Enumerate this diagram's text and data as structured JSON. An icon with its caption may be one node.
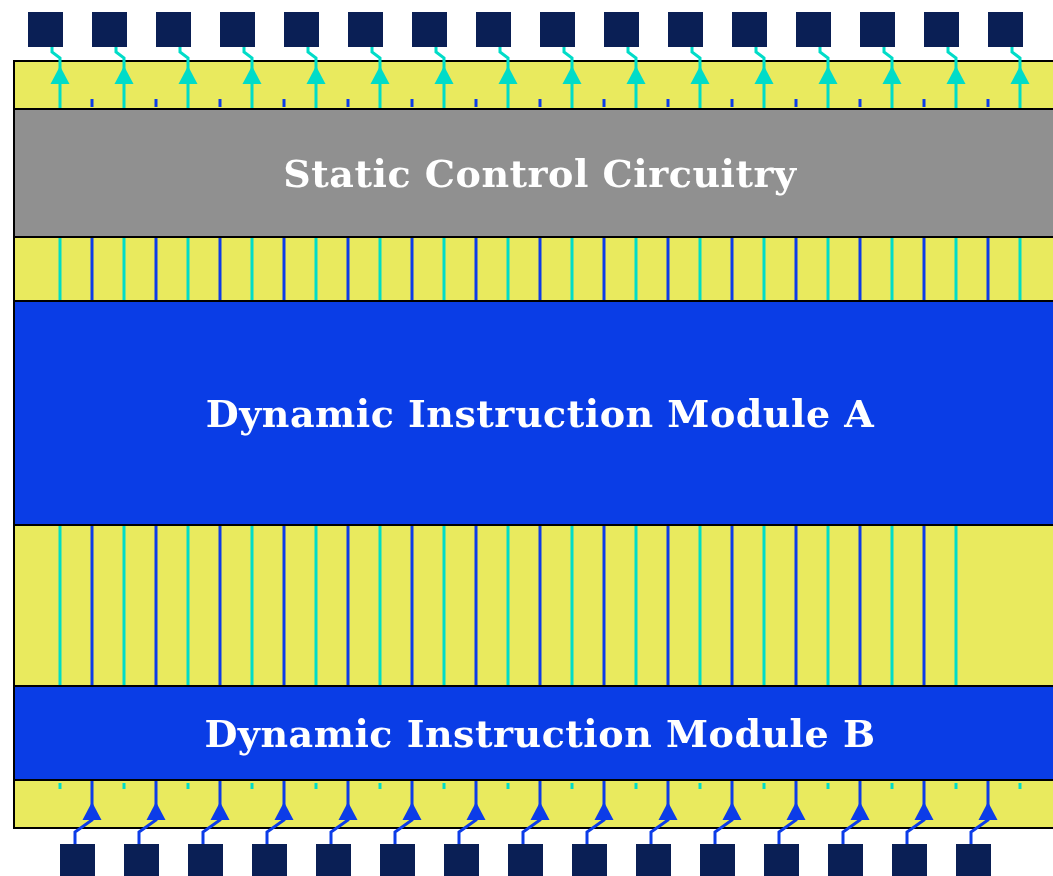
{
  "diagram": {
    "nodes": [
      {
        "text": [
          "Static Control Circuitry"
        ]
      },
      {
        "text": [
          "Dynamic Instruction Module A"
        ]
      },
      {
        "text": [
          "Dynamic Instruction Module B"
        ]
      },
      {
        "text": [],
        "shape": "box"
      },
      {
        "text": [],
        "shape": "box"
      },
      {
        "text": [],
        "shape": "box"
      },
      {
        "text": [],
        "shape": "box"
      },
      {
        "text": [],
        "shape": "box"
      },
      {
        "text": [],
        "shape": "box"
      },
      {
        "text": [],
        "shape": "box"
      },
      {
        "text": [],
        "shape": "box"
      },
      {
        "text": [],
        "shape": "box"
      },
      {
        "text": [],
        "shape": "box"
      },
      {
        "text": [],
        "shape": "box"
      },
      {
        "text": [],
        "shape": "box"
      },
      {
        "text": [],
        "shape": "box"
      },
      {
        "text": [],
        "shape": "box"
      },
      {
        "text": [],
        "shape": "box"
      },
      {
        "text": [],
        "shape": "box"
      },
      {
        "text": [],
        "shape": "box"
      },
      {
        "text": [],
        "shape": "box"
      },
      {
        "text": [],
        "shape": "box"
      },
      {
        "text": [],
        "shape": "box"
      },
      {
        "text": [],
        "shape": "box"
      },
      {
        "text": [],
        "shape": "box"
      },
      {
        "text": [],
        "shape": "box"
      },
      {
        "text": [],
        "shape": "box"
      },
      {
        "text": [],
        "shape": "box"
      },
      {
        "text": [],
        "shape": "box"
      },
      {
        "text": [],
        "shape": "box"
      },
      {
        "text": [],
        "shape": "box"
      },
      {
        "text": [],
        "shape": "box"
      },
      {
        "text": [],
        "shape": "box"
      },
      {
        "text": [],
        "shape": "box"
      }
    ],
    "edges": [
      {
        "from": 0,
        "to": 3,
        "arrow": "to"
      },
      {
        "from": 0,
        "to": 4,
        "arrow": "to"
      },
      {
        "from": 0,
        "to": 5,
        "arrow": "to"
      },
      {
        "from": 0,
        "to": 6,
        "arrow": "to"
      },
      {
        "from": 0,
        "to": 7,
        "arrow": "to"
      },
      {
        "from": 0,
        "to": 8,
        "arrow": "to"
      },
      {
        "from": 0,
        "to": 9,
        "arrow": "to"
      },
      {
        "from": 0,
        "to": 10,
        "arrow": "to"
      },
      {
        "from": 0,
        "to": 11,
        "arrow": "to"
      },
      {
        "from": 0,
        "to": 12,
        "arrow": "to"
      },
      {
        "from": 0,
        "to": 13,
        "arrow": "to"
      },
      {
        "from": 0,
        "to": 14,
        "arrow": "to"
      },
      {
        "from": 0,
        "to": 15,
        "arrow": "to"
      },
      {
        "from": 0,
        "to": 16,
        "arrow": "to"
      },
      {
        "from": 0,
        "to": 17,
        "arrow": "to"
      },
      {
        "from": 0,
        "to": 18,
        "arrow": "to"
      },
      {
        "from": 0,
        "to": 1,
        "arrow": "none"
      },
      {
        "from": 0,
        "to": 1,
        "arrow": "none",
        "color": "#0c3ce8"
      },
      {
        "from": 0,
        "to": 1,
        "arrow": "none"
      },
      {
        "from": 0,
        "to": 1,
        "arrow": "none",
        "color": "#0c3ce8"
      },
      {
        "from": 0,
        "to": 1,
        "arrow": "none"
      },
      {
        "from": 0,
        "to": 1,
        "arrow": "none",
        "color": "#0c3ce8"
      },
      {
        "from": 0,
        "to": 1,
        "arrow": "none"
      },
      {
        "from": 0,
        "to": 1,
        "arrow": "none",
        "color": "#0c3ce8"
      },
      {
        "from": 0,
        "to": 1,
        "arrow": "none"
      },
      {
        "from": 0,
        "to": 1,
        "arrow": "none",
        "color": "#0c3ce8"
      },
      {
        "from": 0,
        "to": 1,
        "arrow": "none"
      },
      {
        "from": 0,
        "to": 1,
        "arrow": "none",
        "color": "#0c3ce8"
      },
      {
        "from": 0,
        "to": 1,
        "arrow": "none"
      },
      {
        "from": 0,
        "to": 1,
        "arrow": "none",
        "color": "#0c3ce8"
      },
      {
        "from": 0,
        "to": 1,
        "arrow": "none"
      },
      {
        "from": 0,
        "to": 1,
        "arrow": "none",
        "color": "#0c3ce8"
      },
      {
        "from": 0,
        "to": 1,
        "arrow": "none"
      },
      {
        "from": 0,
        "to": 1,
        "arrow": "none",
        "color": "#0c3ce8"
      },
      {
        "from": 0,
        "to": 1,
        "arrow": "none"
      },
      {
        "from": 0,
        "to": 1,
        "arrow": "none",
        "color": "#0c3ce8"
      },
      {
        "from": 0,
        "to": 1,
        "arrow": "none"
      },
      {
        "from": 0,
        "to": 1,
        "arrow": "none",
        "color": "#0c3ce8"
      },
      {
        "from": 0,
        "to": 1,
        "arrow": "none"
      },
      {
        "from": 0,
        "to": 1,
        "arrow": "none",
        "color": "#0c3ce8"
      },
      {
        "from": 0,
        "to": 1,
        "arrow": "none"
      },
      {
        "from": 0,
        "to": 1,
        "arrow": "none",
        "color": "#0c3ce8"
      },
      {
        "from": 0,
        "to": 1,
        "arrow": "none"
      },
      {
        "from": 0,
        "to": 1,
        "arrow": "none",
        "color": "#0c3ce8"
      },
      {
        "from": 0,
        "to": 1,
        "arrow": "none"
      },
      {
        "from": 0,
        "to": 1,
        "arrow": "none",
        "color": "#0c3ce8"
      },
      {
        "from": 0,
        "to": 1,
        "arrow": "none"
      },
      {
        "from": 1,
        "to": 2,
        "arrow": "none"
      },
      {
        "from": 1,
        "to": 2,
        "arrow": "none",
        "color": "#0c3ce8"
      },
      {
        "from": 1,
        "to": 2,
        "arrow": "none"
      },
      {
        "from": 1,
        "to": 2,
        "arrow": "none",
        "color": "#0c3ce8"
      },
      {
        "from": 1,
        "to": 2,
        "arrow": "none"
      },
      {
        "from": 1,
        "to": 2,
        "arrow": "none",
        "color": "#0c3ce8"
      },
      {
        "from": 1,
        "to": 2,
        "arrow": "none"
      },
      {
        "from": 1,
        "to": 2,
        "arrow": "none",
        "color": "#0c3ce8"
      },
      {
        "from": 1,
        "to": 2,
        "arrow": "none"
      },
      {
        "from": 1,
        "to": 2,
        "arrow": "none",
        "color": "#0c3ce8"
      },
      {
        "from": 1,
        "to": 2,
        "arrow": "none"
      },
      {
        "from": 1,
        "to": 2,
        "arrow": "none",
        "color": "#0c3ce8"
      },
      {
        "from": 1,
        "to": 2,
        "arrow": "none"
      },
      {
        "from": 1,
        "to": 2,
        "arrow": "none",
        "color": "#0c3ce8"
      },
      {
        "from": 1,
        "to": 2,
        "arrow": "none"
      },
      {
        "from": 1,
        "to": 2,
        "arrow": "none",
        "color": "#0c3ce8"
      },
      {
        "from": 1,
        "to": 2,
        "arrow": "none"
      },
      {
        "from": 1,
        "to": 2,
        "arrow": "none",
        "color": "#0c3ce8"
      },
      {
        "from": 1,
        "to": 2,
        "arrow": "none"
      },
      {
        "from": 1,
        "to": 2,
        "arrow": "none",
        "color": "#0c3ce8"
      },
      {
        "from": 1,
        "to": 2,
        "arrow": "none"
      },
      {
        "from": 1,
        "to": 2,
        "arrow": "none",
        "color": "#0c3ce8"
      },
      {
        "from": 1,
        "to": 2,
        "arrow": "none"
      },
      {
        "from": 1,
        "to": 2,
        "arrow": "none",
        "color": "#0c3ce8"
      },
      {
        "from": 1,
        "to": 2,
        "arrow": "none"
      },
      {
        "from": 1,
        "to": 2,
        "arrow": "none",
        "color": "#0c3ce8"
      },
      {
        "from": 1,
        "to": 2,
        "arrow": "none"
      },
      {
        "from": 1,
        "to": 2,
        "arrow": "none",
        "color": "#0c3ce8"
      },
      {
        "from": 1,
        "to": 2,
        "arrow": "none"
      },
      {
        "from": 19,
        "to": 2,
        "arrow": "to",
        "color": "#0c3ce8"
      },
      {
        "from": 20,
        "to": 2,
        "arrow": "to",
        "color": "#0c3ce8"
      },
      {
        "from": 21,
        "to": 2,
        "arrow": "to",
        "color": "#0c3ce8"
      },
      {
        "from": 22,
        "to": 2,
        "arrow": "to",
        "color": "#0c3ce8"
      },
      {
        "from": 23,
        "to": 2,
        "arrow": "to",
        "color": "#0c3ce8"
      },
      {
        "from": 24,
        "to": 2,
        "arrow": "to",
        "color": "#0c3ce8"
      },
      {
        "from": 25,
        "to": 2,
        "arrow": "to",
        "color": "#0c3ce8"
      },
      {
        "from": 26,
        "to": 2,
        "arrow": "to",
        "color": "#0c3ce8"
      },
      {
        "from": 27,
        "to": 2,
        "arrow": "to",
        "color": "#0c3ce8"
      },
      {
        "from": 28,
        "to": 2,
        "arrow": "to",
        "color": "#0c3ce8"
      },
      {
        "from": 29,
        "to": 2,
        "arrow": "to",
        "color": "#0c3ce8"
      },
      {
        "from": 30,
        "to": 2,
        "arrow": "to",
        "color": "#0c3ce8"
      },
      {
        "from": 31,
        "to": 2,
        "arrow": "to",
        "color": "#0c3ce8"
      },
      {
        "from": 32,
        "to": 2,
        "arrow": "to",
        "color": "#0c3ce8"
      },
      {
        "from": 33,
        "to": 2,
        "arrow": "to",
        "color": "#0c3ce8"
      }
    ]
  }
}
